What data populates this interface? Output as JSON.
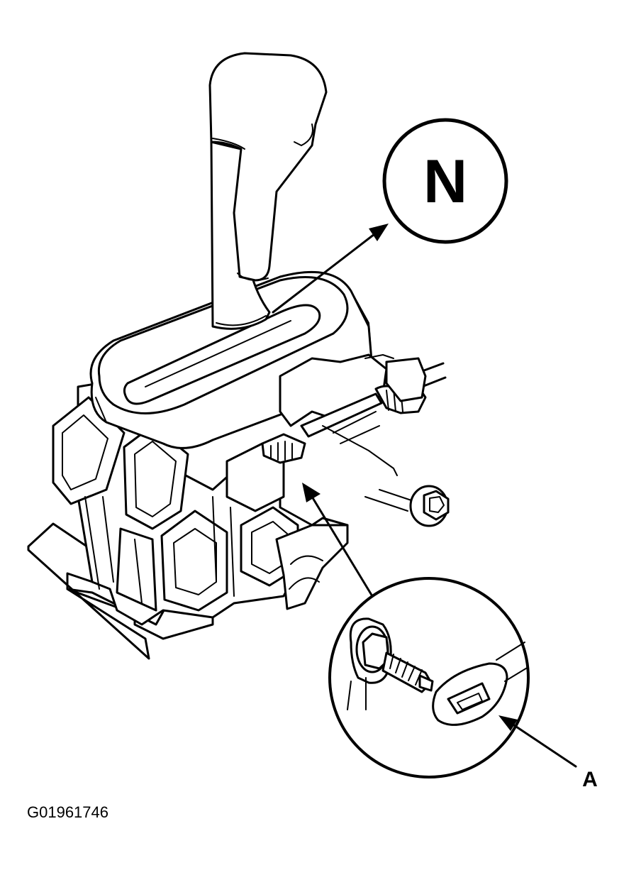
{
  "diagram": {
    "shift_position_label": "N",
    "callout_label": "A",
    "figure_id": "G01961746"
  },
  "colors": {
    "ink": "#000000",
    "paper": "#ffffff"
  }
}
